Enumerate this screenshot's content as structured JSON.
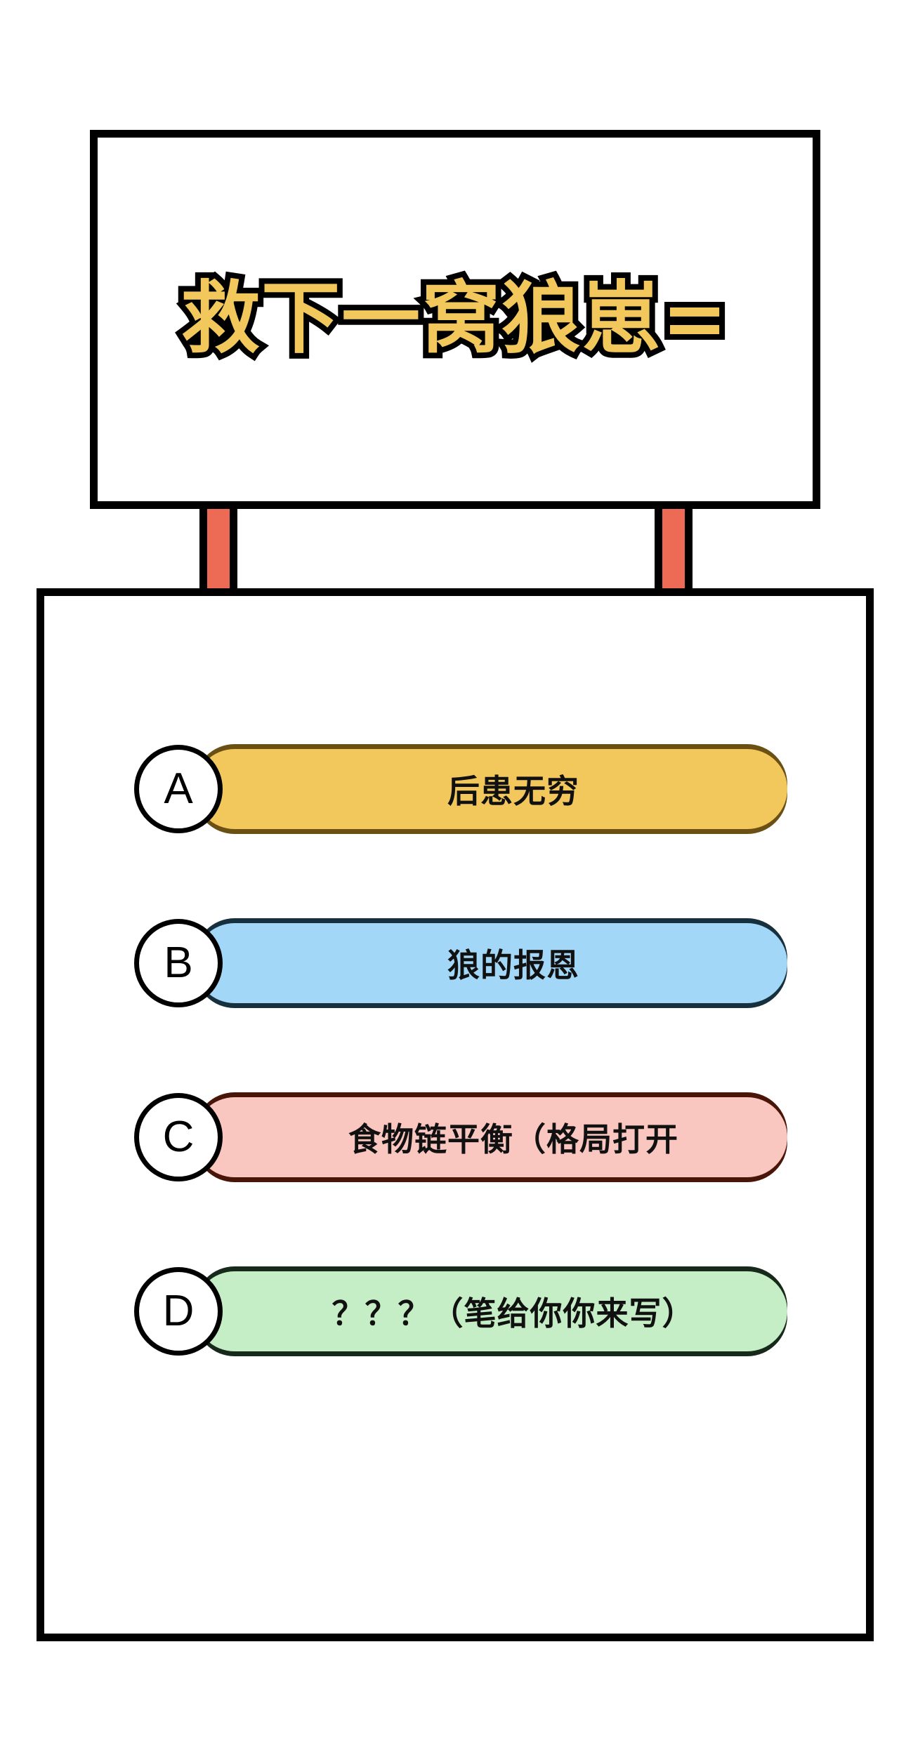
{
  "sign": {
    "title": "救下一窝狼崽=",
    "text_fill": "#f2c85c",
    "text_outline": "#000000",
    "border_color": "#000000",
    "background": "#ffffff"
  },
  "posts": {
    "color": "#ed6a55",
    "border_color": "#000000",
    "count": 2
  },
  "panel": {
    "background": "#ffffff",
    "border_color": "#000000"
  },
  "options": [
    {
      "letter": "A",
      "label": "后患无穷",
      "fill": "#f2c85c",
      "border": "#f2c85c",
      "shadow": "#6b5014"
    },
    {
      "letter": "B",
      "label": "狼的报恩",
      "fill": "#a3d7f7",
      "border": "#a3d7f7",
      "shadow": "#17303d"
    },
    {
      "letter": "C",
      "label": "食物链平衡（格局打开",
      "fill": "#f9c6c0",
      "border": "#f9c6c0",
      "shadow": "#4a1509"
    },
    {
      "letter": "D",
      "label": "？？？（笔给你你来写）",
      "fill": "#c6eec6",
      "border": "#c6eec6",
      "shadow": "#17291a"
    }
  ]
}
